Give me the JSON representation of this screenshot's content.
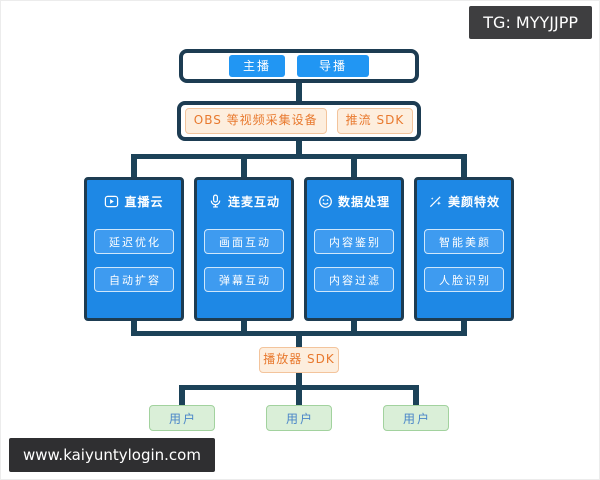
{
  "badges": {
    "tg": "TG: MYYJJPP",
    "site": "www.kaiyuntylogin.com"
  },
  "diagram": {
    "sources": {
      "anchor": "主播",
      "director": "导播"
    },
    "capture": {
      "obs": "OBS 等视频采集设备",
      "push_sdk": "推流 SDK"
    },
    "panels": [
      {
        "title": "直播云",
        "icon": "live-cloud-icon",
        "items": [
          "延迟优化",
          "自动扩容"
        ]
      },
      {
        "title": "连麦互动",
        "icon": "microphone-icon",
        "items": [
          "画面互动",
          "弹幕互动"
        ]
      },
      {
        "title": "数据处理",
        "icon": "face-icon",
        "items": [
          "内容鉴别",
          "内容过滤"
        ]
      },
      {
        "title": "美颜特效",
        "icon": "beauty-wand-icon",
        "items": [
          "智能美颜",
          "人脸识别"
        ]
      }
    ],
    "player_sdk": "播放器 SDK",
    "users": [
      "用户",
      "用户",
      "用户"
    ],
    "colors": {
      "panel_blue": "#1E88E5",
      "button_blue": "#2196F3",
      "orange_text": "#E8792E",
      "orange_bg": "#FDEEDE",
      "green_bg": "#DAEFD8",
      "connector_navy": "#1C4258",
      "badge_dark": "#3E3E40"
    }
  }
}
